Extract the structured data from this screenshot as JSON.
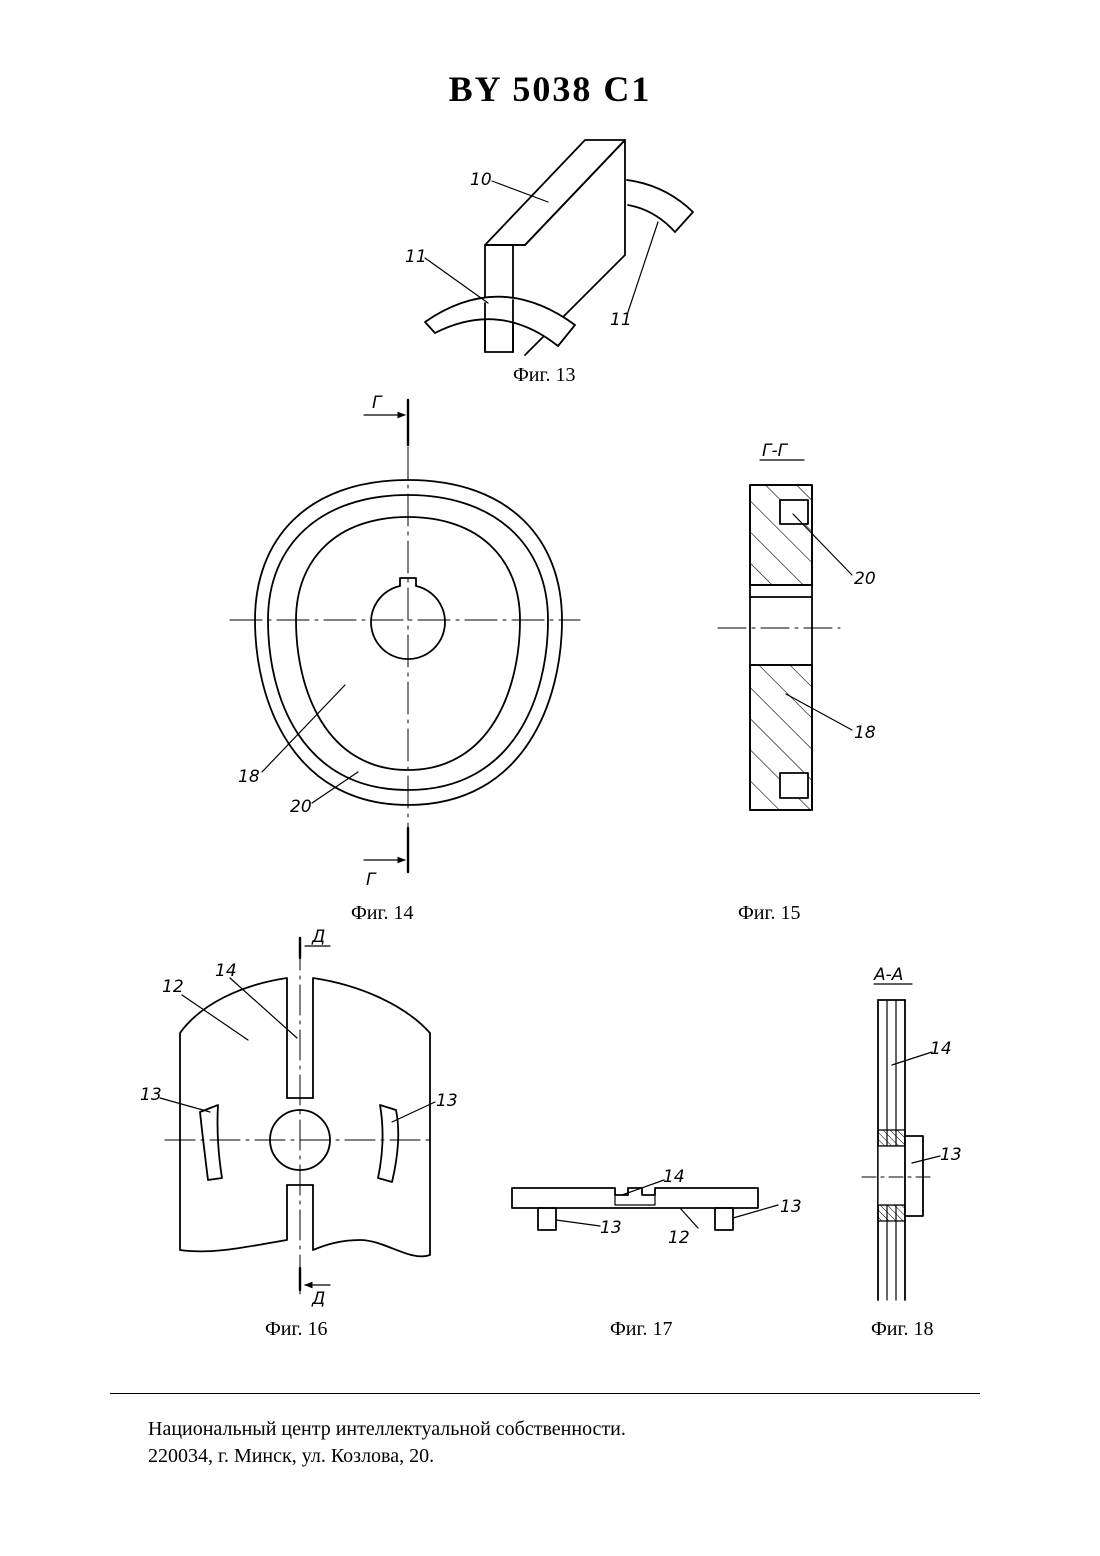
{
  "header": {
    "title": "BY 5038 C1"
  },
  "figures": {
    "fig13": {
      "caption": "Фиг. 13",
      "labels": {
        "l10": "10",
        "l11a": "11",
        "l11b": "11"
      }
    },
    "fig14": {
      "caption": "Фиг. 14",
      "labels": {
        "sec_top": "Г",
        "sec_bottom": "Г",
        "l18": "18",
        "l20": "20"
      }
    },
    "fig15": {
      "caption": "Фиг. 15",
      "labels": {
        "section": "Г-Г",
        "l20": "20",
        "l18": "18"
      }
    },
    "fig16": {
      "caption": "Фиг. 16",
      "labels": {
        "sec_top": "Д",
        "sec_bottom": "Д",
        "l12": "12",
        "l14": "14",
        "l13a": "13",
        "l13b": "13"
      }
    },
    "fig17": {
      "caption": "Фиг. 17",
      "labels": {
        "l14": "14",
        "l12": "12",
        "l13a": "13",
        "l13b": "13"
      }
    },
    "fig18": {
      "caption": "Фиг. 18",
      "labels": {
        "section": "А-А",
        "l14": "14",
        "l13": "13"
      }
    }
  },
  "footer": {
    "line1": "Национальный центр интеллектуальной собственности.",
    "line2": "220034, г. Минск, ул. Козлова, 20."
  }
}
